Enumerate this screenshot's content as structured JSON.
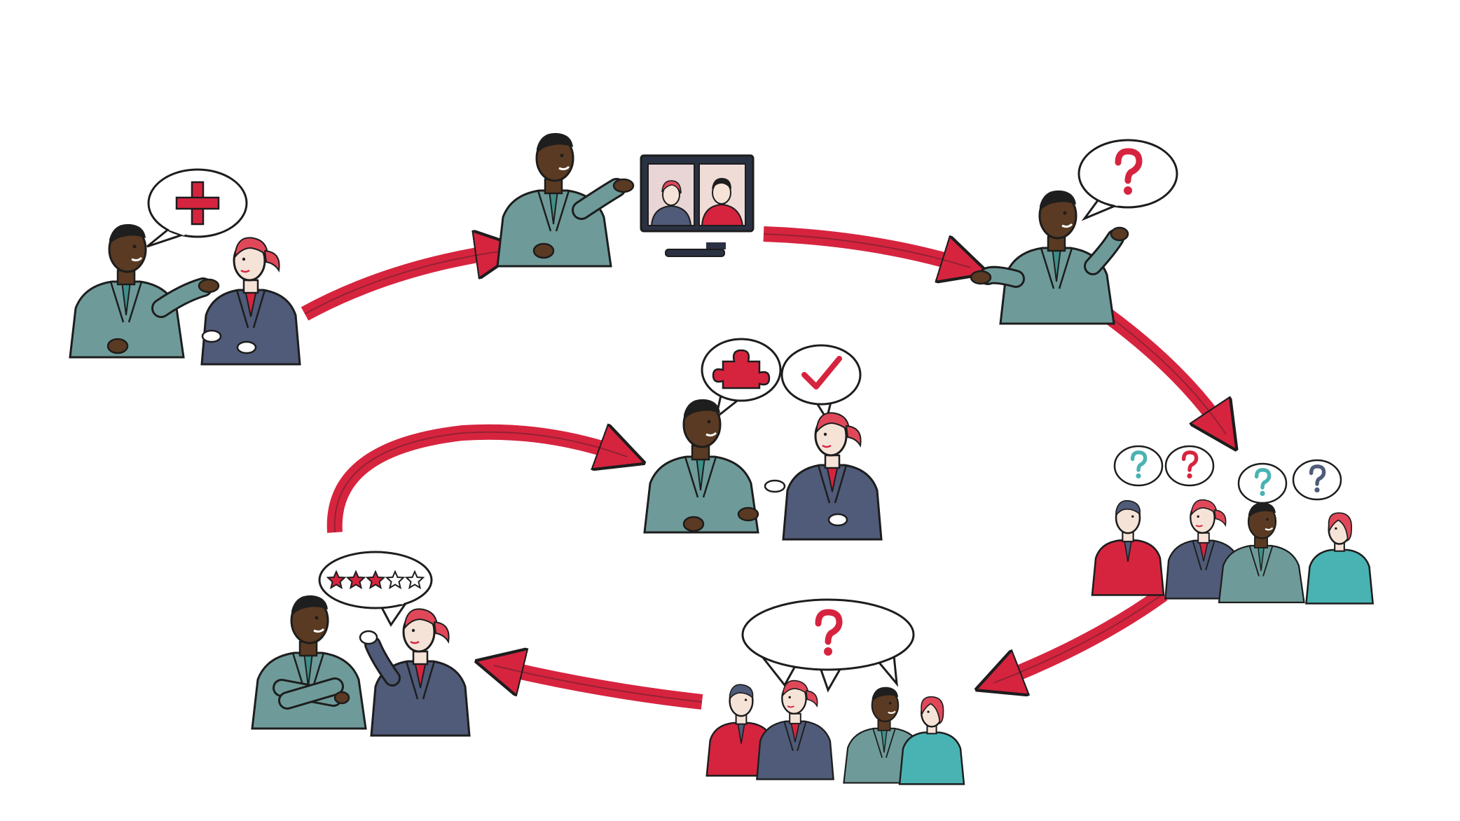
{
  "colors": {
    "arrow": "#d6243f",
    "red": "#d6243f",
    "teal_suit": "#6e9b99",
    "navy_suit": "#4f5b78",
    "aqua_suit": "#49b3b3",
    "dark_skin": "#5a3a22",
    "light_skin": "#f6e3d8",
    "hair_dark": "#1e1e1e",
    "hair_red": "#e0485a",
    "outline": "#1d1d1d",
    "monitor": "#2a3142"
  },
  "stages": [
    {
      "name": "one-on-one-proposal",
      "bubble_icons": [
        "plus-icon"
      ],
      "people": 2
    },
    {
      "name": "video-call-presentation",
      "bubble_icons": [],
      "people": 1,
      "screen_people": 2
    },
    {
      "name": "questions-raised",
      "bubble_icons": [
        "question-mark-icon"
      ],
      "people": 1
    },
    {
      "name": "team-questions",
      "bubble_icons": [
        "question-mark-icon",
        "question-mark-icon",
        "question-mark-icon",
        "question-mark-icon"
      ],
      "people": 4
    },
    {
      "name": "group-discussion",
      "bubble_icons": [
        "question-mark-icon"
      ],
      "people": 4
    },
    {
      "name": "rating-feedback",
      "bubble_icons": [
        "star-rating-icon"
      ],
      "people": 2,
      "rating": {
        "filled": 3,
        "total": 5
      }
    },
    {
      "name": "agreement",
      "bubble_icons": [
        "puzzle-piece-icon",
        "check-mark-icon"
      ],
      "people": 2
    }
  ],
  "flow_arrows": [
    {
      "from": "one-on-one-proposal",
      "to": "video-call-presentation"
    },
    {
      "from": "video-call-presentation",
      "to": "questions-raised"
    },
    {
      "from": "questions-raised",
      "to": "team-questions"
    },
    {
      "from": "team-questions",
      "to": "group-discussion"
    },
    {
      "from": "group-discussion",
      "to": "rating-feedback"
    },
    {
      "from": "rating-feedback",
      "to": "agreement"
    }
  ]
}
